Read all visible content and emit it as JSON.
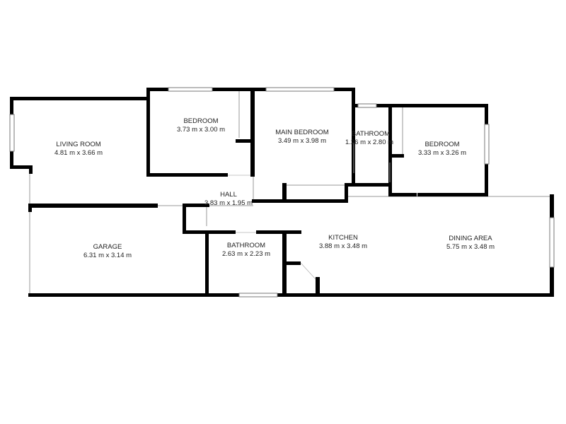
{
  "floorplan": {
    "colors": {
      "wall": "#000000",
      "background": "#ffffff",
      "text": "#222222"
    },
    "rooms": [
      {
        "id": "living-room",
        "name": "LIVING ROOM",
        "dims": "4.81 m x 3.66 m"
      },
      {
        "id": "bedroom-1",
        "name": "BEDROOM",
        "dims": "3.73 m x 3.00 m"
      },
      {
        "id": "main-bedroom",
        "name": "MAIN BEDROOM",
        "dims": "3.49 m x 3.98 m"
      },
      {
        "id": "bathroom-1",
        "name": "BATHROOM",
        "dims": "1.26 m x 2.80 m"
      },
      {
        "id": "bedroom-2",
        "name": "BEDROOM",
        "dims": "3.33 m x 3.26 m"
      },
      {
        "id": "hall",
        "name": "HALL",
        "dims": "3.83 m x 1.95 m"
      },
      {
        "id": "garage",
        "name": "GARAGE",
        "dims": "6.31 m x 3.14 m"
      },
      {
        "id": "kitchen",
        "name": "KITCHEN",
        "dims": "3.88 m x 3.48 m"
      },
      {
        "id": "dining-area",
        "name": "DINING AREA",
        "dims": "5.75 m x 3.48 m"
      },
      {
        "id": "bathroom-2",
        "name": "BATHROOM",
        "dims": "2.63 m x 2.23 m"
      }
    ]
  }
}
